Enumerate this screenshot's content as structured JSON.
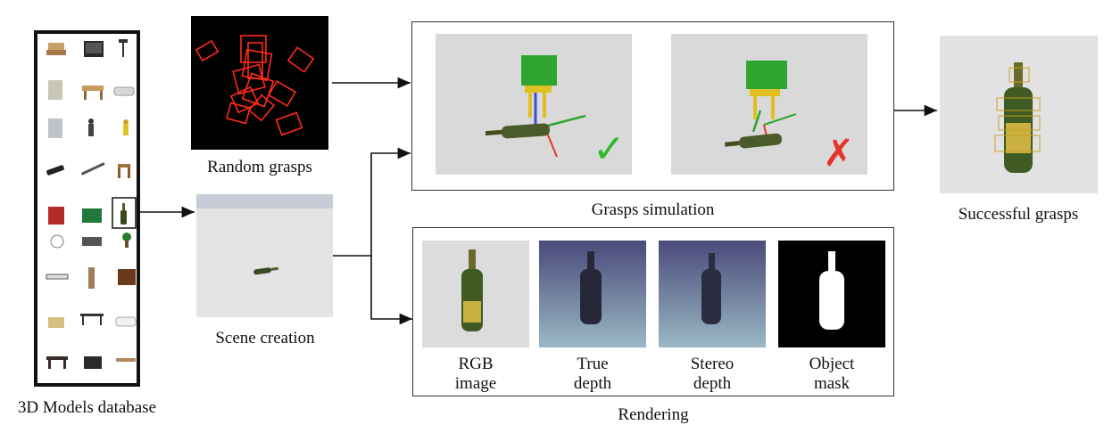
{
  "database": {
    "label": "3D Models database"
  },
  "random_grasps": {
    "label": "Random grasps"
  },
  "scene_creation": {
    "label": "Scene creation"
  },
  "grasps_simulation": {
    "label": "Grasps simulation",
    "success_symbol": "✓",
    "failure_symbol": "✗"
  },
  "successful_grasps": {
    "label": "Successful grasps"
  },
  "rendering": {
    "label": "Rendering",
    "outputs": [
      {
        "line1": "RGB",
        "line2": "image"
      },
      {
        "line1": "True",
        "line2": "depth"
      },
      {
        "line1": "Stereo",
        "line2": "depth"
      },
      {
        "line1": "Object",
        "line2": "mask"
      }
    ]
  },
  "colors": {
    "grasp_red": "#ff2a1a",
    "check_green": "#2db82d",
    "cross_red": "#e8332a",
    "gripper_green": "#2ea52e"
  }
}
